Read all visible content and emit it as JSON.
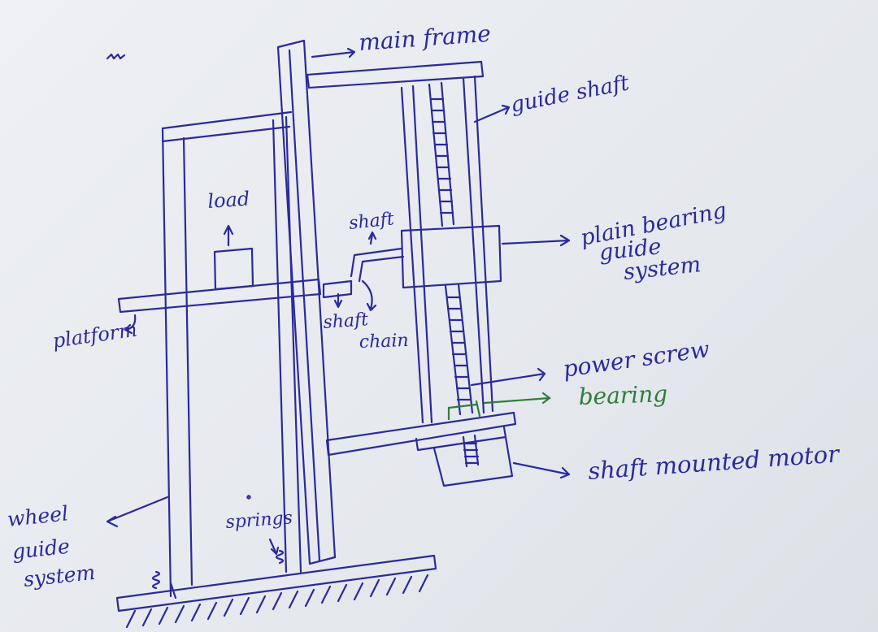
{
  "colors": {
    "paper": "#e9ecf0",
    "ink": "#2a2a9c",
    "ink_green": "#2f7d3a"
  },
  "labels": {
    "main_frame": "main frame",
    "guide_shaft": "guide shaft",
    "load": "load",
    "shaft_top": "shaft",
    "plain_bearing_line1": "plain bearing",
    "plain_bearing_line2": "guide",
    "plain_bearing_line3": "system",
    "platform": "platform",
    "shaft_bottom": "shaft",
    "chain": "chain",
    "power_screw": "power screw",
    "bearing": "bearing",
    "shaft_mounted_motor": "shaft mounted motor",
    "wheel_line1": "wheel",
    "wheel_line2": "guide",
    "wheel_line3": "system",
    "springs": "springs"
  }
}
